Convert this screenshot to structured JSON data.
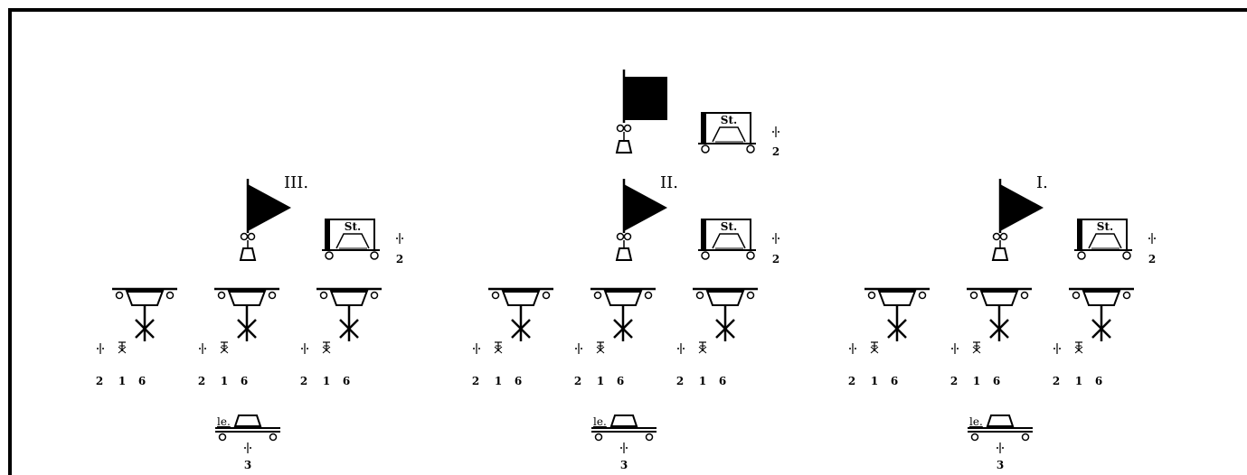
{
  "command": {
    "flag": "square-flag-icon",
    "car_label": "St.",
    "car_number": "2"
  },
  "battalions": [
    {
      "numeral": "III.",
      "flag": "triangle-flag-icon",
      "staff_car": {
        "label": "St.",
        "number": "2"
      },
      "guns": [
        {
          "numbers": [
            "2",
            "1",
            "6"
          ]
        },
        {
          "numbers": [
            "2",
            "1",
            "6"
          ]
        },
        {
          "numbers": [
            "2",
            "1",
            "6"
          ]
        }
      ],
      "light_column": {
        "label": "le.",
        "number": "3"
      }
    },
    {
      "numeral": "II.",
      "flag": "triangle-flag-icon",
      "staff_car": {
        "label": "St.",
        "number": "2"
      },
      "guns": [
        {
          "numbers": [
            "2",
            "1",
            "6"
          ]
        },
        {
          "numbers": [
            "2",
            "1",
            "6"
          ]
        },
        {
          "numbers": [
            "2",
            "1",
            "6"
          ]
        }
      ],
      "light_column": {
        "label": "le.",
        "number": "3"
      }
    },
    {
      "numeral": "I.",
      "flag": "triangle-flag-icon",
      "staff_car": {
        "label": "St.",
        "number": "2"
      },
      "guns": [
        {
          "numbers": [
            "2",
            "1",
            "6"
          ]
        },
        {
          "numbers": [
            "2",
            "1",
            "6"
          ]
        },
        {
          "numbers": [
            "2",
            "1",
            "6"
          ]
        }
      ],
      "light_column": {
        "label": "le.",
        "number": "3"
      }
    }
  ]
}
